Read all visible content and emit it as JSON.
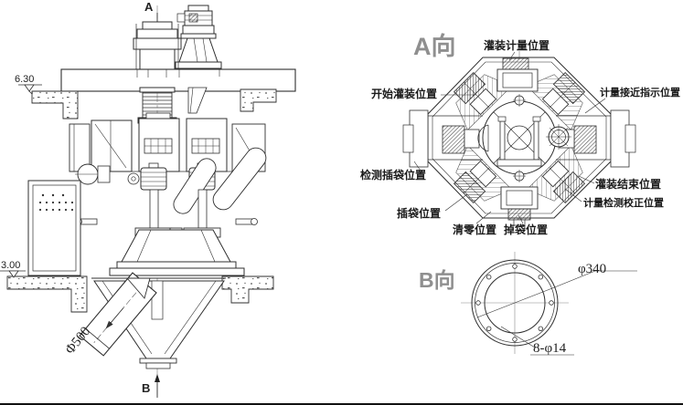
{
  "colors": {
    "line": "#2f2f2f",
    "thin_line": "#555555",
    "title_grey": "#8f8f8f",
    "label_text": "#1a1a1a"
  },
  "elevation": {
    "section_top": "A",
    "section_bottom": "B",
    "level_upper": "6.30",
    "level_lower": "3.00",
    "chute_dia": "Φ500"
  },
  "view_a": {
    "title": "A向",
    "labels": {
      "filling_metering": "灌装计量位置",
      "metering_approach": "计量接近指示位置",
      "start_filling": "开始灌装位置",
      "detect_bag": "检测插袋位置",
      "insert_bag": "插袋位置",
      "filling_end": "灌装结束位置",
      "metering_calibration": "计量检测校正位置",
      "zero_clear": "清零位置",
      "drop_bag": "掉袋位置"
    }
  },
  "view_b": {
    "title": "B向",
    "flange_dia": "φ340",
    "bolt_holes": "8-φ14"
  }
}
